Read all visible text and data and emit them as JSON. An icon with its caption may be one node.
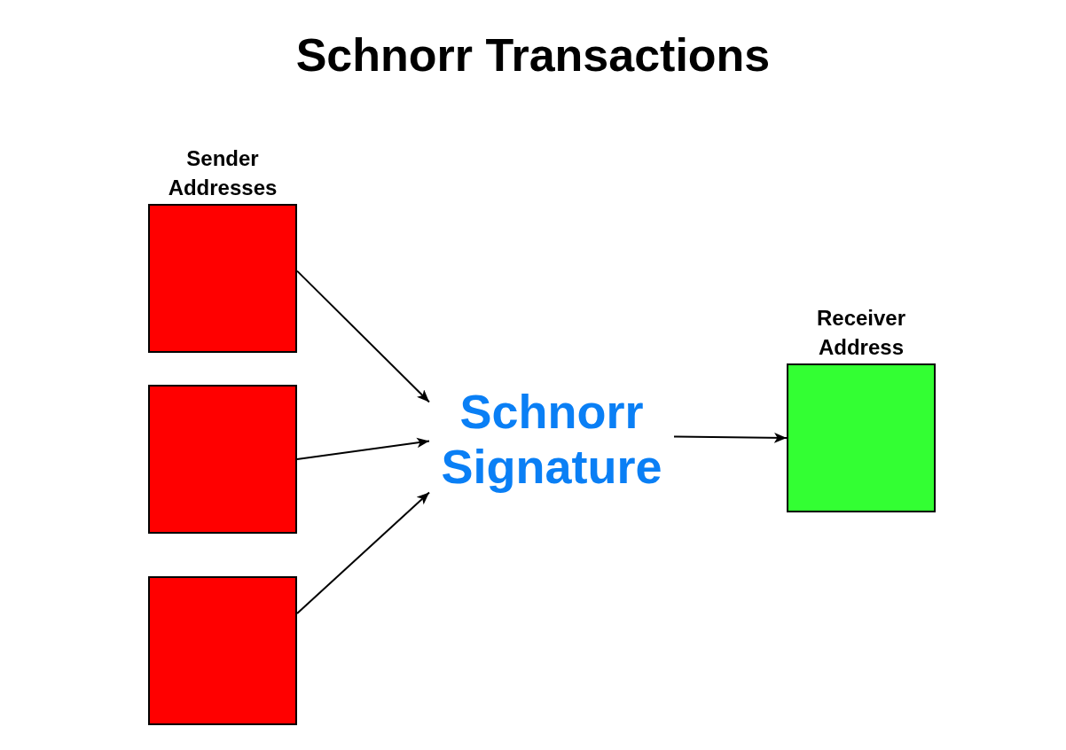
{
  "diagram": {
    "title": "Schnorr Transactions",
    "nodes": [
      {
        "text": [
          "Sender Addresses"
        ]
      },
      {
        "text": [],
        "shape": "box"
      },
      {
        "text": [],
        "shape": "box"
      },
      {
        "text": [
          "Schnorr Signature"
        ]
      },
      {
        "text": [
          "Receiver Address"
        ]
      }
    ],
    "edges": [
      {
        "from": 0,
        "to": 3,
        "arrow": "to"
      },
      {
        "from": 1,
        "to": 3,
        "arrow": "to"
      },
      {
        "from": 2,
        "to": 3,
        "arrow": "to"
      },
      {
        "from": 3,
        "to": 4,
        "arrow": "to"
      }
    ]
  }
}
